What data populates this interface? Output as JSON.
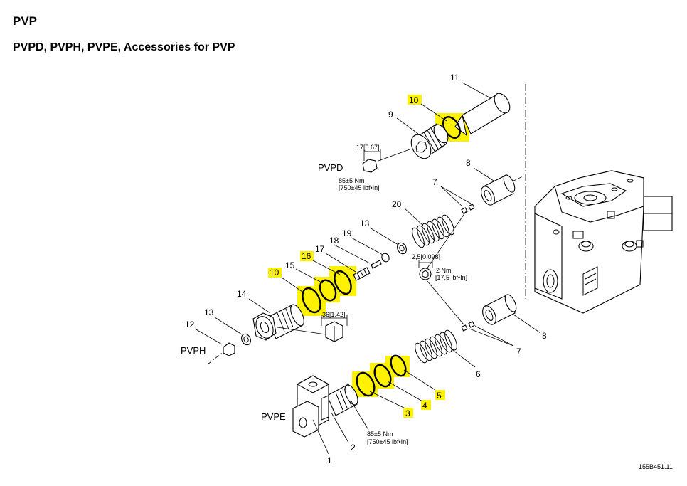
{
  "header": {
    "title": "PVP",
    "subtitle": "PVPD, PVPH, PVPE, Accessories for PVP"
  },
  "variants": {
    "pvpd": "PVPD",
    "pvph": "PVPH",
    "pvpe": "PVPE"
  },
  "callouts": {
    "c1": "1",
    "c2": "2",
    "c3": "3",
    "c4": "4",
    "c5": "5",
    "c6": "6",
    "c7a": "7",
    "c7b": "7",
    "c8a": "8",
    "c8b": "8",
    "c9": "9",
    "c10a": "10",
    "c10b": "10",
    "c11": "11",
    "c12": "12",
    "c13a": "13",
    "c13b": "13",
    "c14": "14",
    "c15": "15",
    "c16": "16",
    "c17": "17",
    "c18": "18",
    "c19": "19",
    "c20": "20"
  },
  "dimensions": {
    "pvpd_wrench": "17[0.67]",
    "pvpd_torque_1": "85±5 Nm",
    "pvpd_torque_2": "[750±45 lbf•In]",
    "hex_wrench": "2,5[0.098]",
    "hex_torque_1": "2 Nm",
    "hex_torque_2": "[17,5 lbf•In]",
    "pvph_wrench": "36[1.42]",
    "pvpe_torque_1": "85±5 Nm",
    "pvpe_torque_2": "[750±45 lbf•In]"
  },
  "reference": "155B451.11",
  "highlight_color": "#fff200"
}
